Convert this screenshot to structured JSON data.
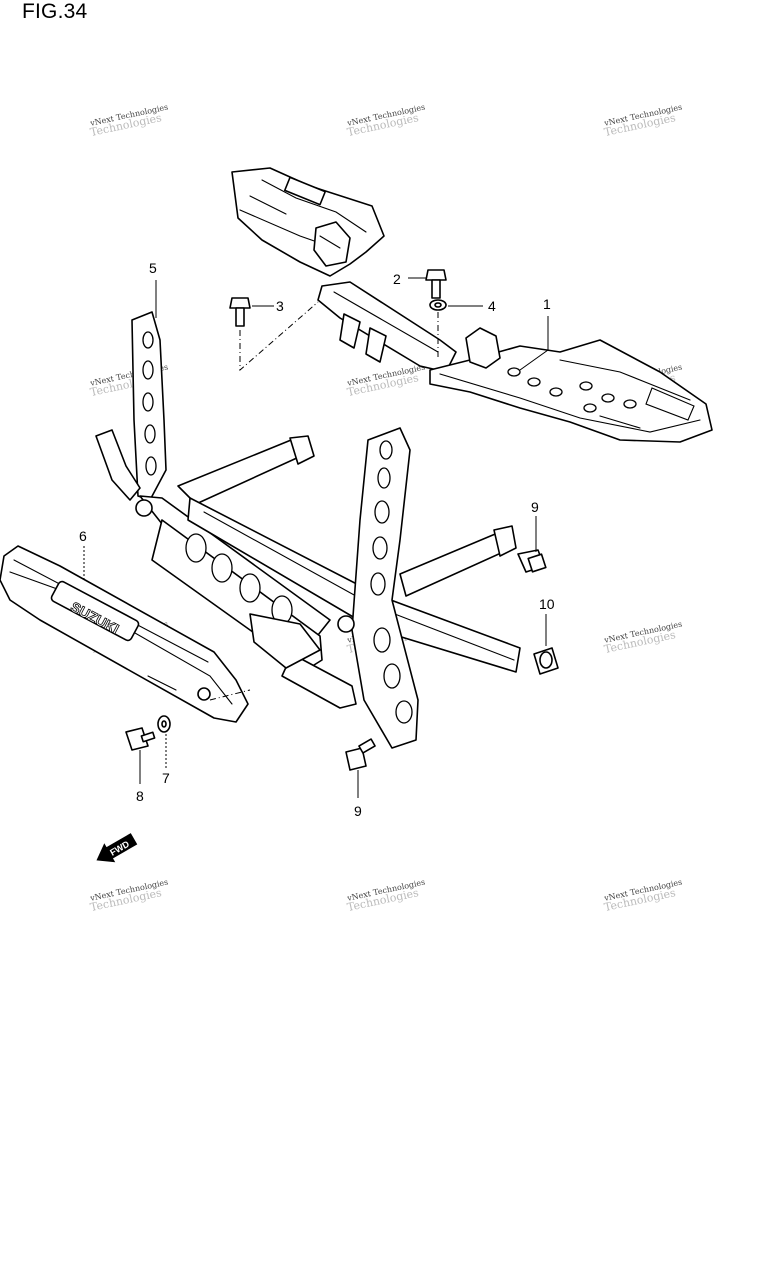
{
  "figure": {
    "title": "FIG.34"
  },
  "watermark": {
    "line1": "vNext Technologies",
    "line2": "Technologies"
  },
  "callouts": {
    "c1": "1",
    "c2": "2",
    "c3": "3",
    "c4": "4",
    "c5": "5",
    "c6": "6",
    "c7": "7",
    "c8": "8",
    "c9a": "9",
    "c9b": "9",
    "c10": "10"
  },
  "fwd_arrow": {
    "label": "FWD",
    "icon": "forward-arrow-icon"
  },
  "guard_emblem": "SUZUKI"
}
